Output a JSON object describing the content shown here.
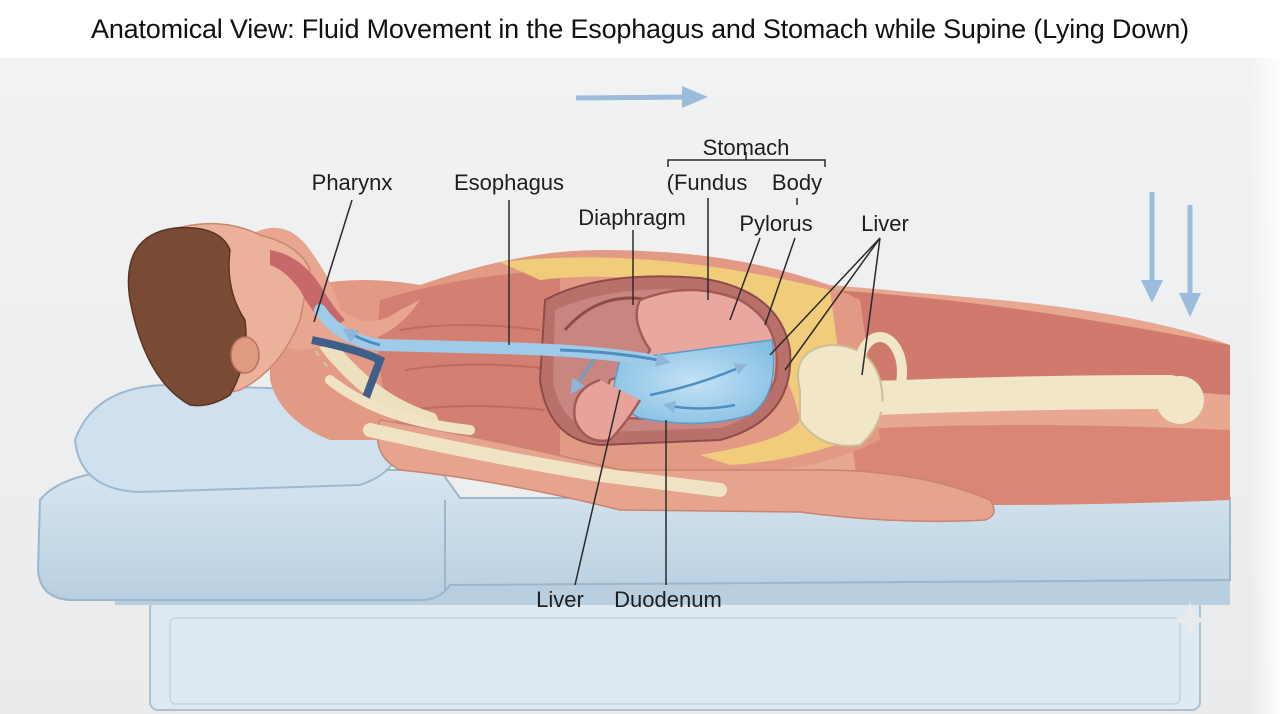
{
  "title": "Anatomical View: Fluid Movement in the Esophagus and Stomach while Supine (Lying Down)",
  "labels": {
    "pharynx": "Pharynx",
    "esophagus": "Esophagus",
    "stomach": "Stomach",
    "fundus": "(Fundus",
    "body": "Body",
    "diaphragm": "Diaphragm",
    "pylorus": "Pylorus",
    "liver_top": "Liver",
    "liver_bottom": "Liver",
    "duodenum": "Duodenum"
  },
  "colors": {
    "skin": "#e9a98f",
    "muscle": "#c9675e",
    "bone": "#f1e6c7",
    "fat": "#f1cf7a",
    "fluid": "#9ccbea",
    "table": "#c8dbe9",
    "arrow": "#8fb5d8"
  }
}
